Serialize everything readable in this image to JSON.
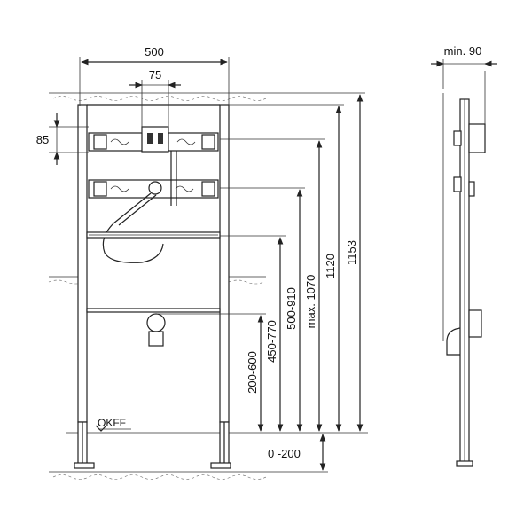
{
  "dimensions": {
    "width_total": "500",
    "width_inner": "75",
    "offset_top": "85",
    "min_depth": "min. 90",
    "height_200_600": "200-600",
    "height_450_770": "450-770",
    "height_500_910": "500-910",
    "height_max_1070": "max. 1070",
    "height_1120": "1120",
    "height_1153": "1153",
    "floor_range": "0 -200"
  },
  "labels": {
    "floor_level": "OKFF"
  },
  "colors": {
    "line": "#222222",
    "background": "#ffffff"
  }
}
